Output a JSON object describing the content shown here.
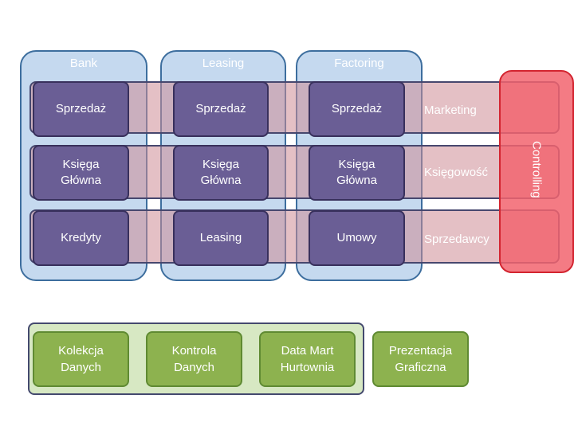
{
  "columns": [
    {
      "label": "Bank"
    },
    {
      "label": "Leasing"
    },
    {
      "label": "Factoring"
    }
  ],
  "rows": [
    {
      "label": "Marketing",
      "cells": [
        "Sprzedaż",
        "Sprzedaż",
        "Sprzedaż"
      ]
    },
    {
      "label": "Księgowość",
      "cells": [
        "Księga\nGłówna",
        "Księga\nGłówna",
        "Księga\nGłówna"
      ]
    },
    {
      "label": "Sprzedawcy",
      "cells": [
        "Kredyty",
        "Leasing",
        "Umowy"
      ]
    }
  ],
  "controlling": {
    "label": "Controlling"
  },
  "bottom": {
    "group": [
      "Kolekcja\nDanych",
      "Kontrola\nDanych",
      "Data Mart\nHurtownia"
    ],
    "standalone": "Prezentacja\nGraficzna"
  },
  "colors": {
    "column_fill": "#96b9e1",
    "row_fill": "#cd8c96",
    "cell_fill": "#6a5e95",
    "controlling_fill": "#f2646e",
    "green_fill": "#8db24f",
    "green_group_fill": "#d7e8c3"
  }
}
